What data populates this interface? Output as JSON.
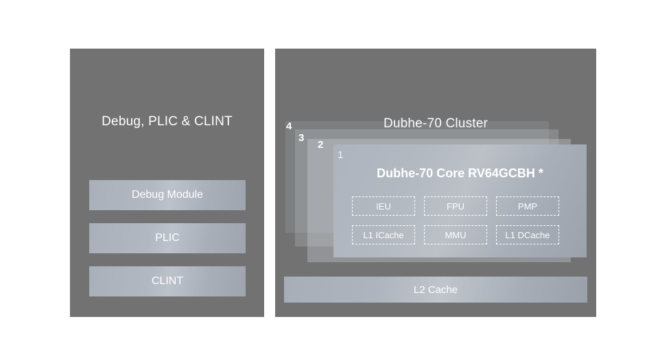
{
  "diagram": {
    "background_color": "#ffffff",
    "panel_color": "#727272",
    "block_color": "#aeb4bd",
    "text_color": "#ffffff"
  },
  "left_panel": {
    "title": "Debug, PLIC & CLINT",
    "blocks": [
      {
        "label": "Debug Module"
      },
      {
        "label": "PLIC"
      },
      {
        "label": "CLINT"
      }
    ]
  },
  "right_panel": {
    "title": "Dubhe-70 Cluster",
    "stack": {
      "numbers": [
        "4",
        "3",
        "2",
        "1"
      ]
    },
    "core": {
      "number": "1",
      "title": "Dubhe-70 Core RV64GCBH *",
      "units": [
        {
          "label": "IEU"
        },
        {
          "label": "FPU"
        },
        {
          "label": "PMP"
        },
        {
          "label": "L1 ICache"
        },
        {
          "label": "MMU"
        },
        {
          "label": "L1 DCache"
        }
      ]
    },
    "l2_cache": {
      "label": "L2 Cache"
    }
  }
}
